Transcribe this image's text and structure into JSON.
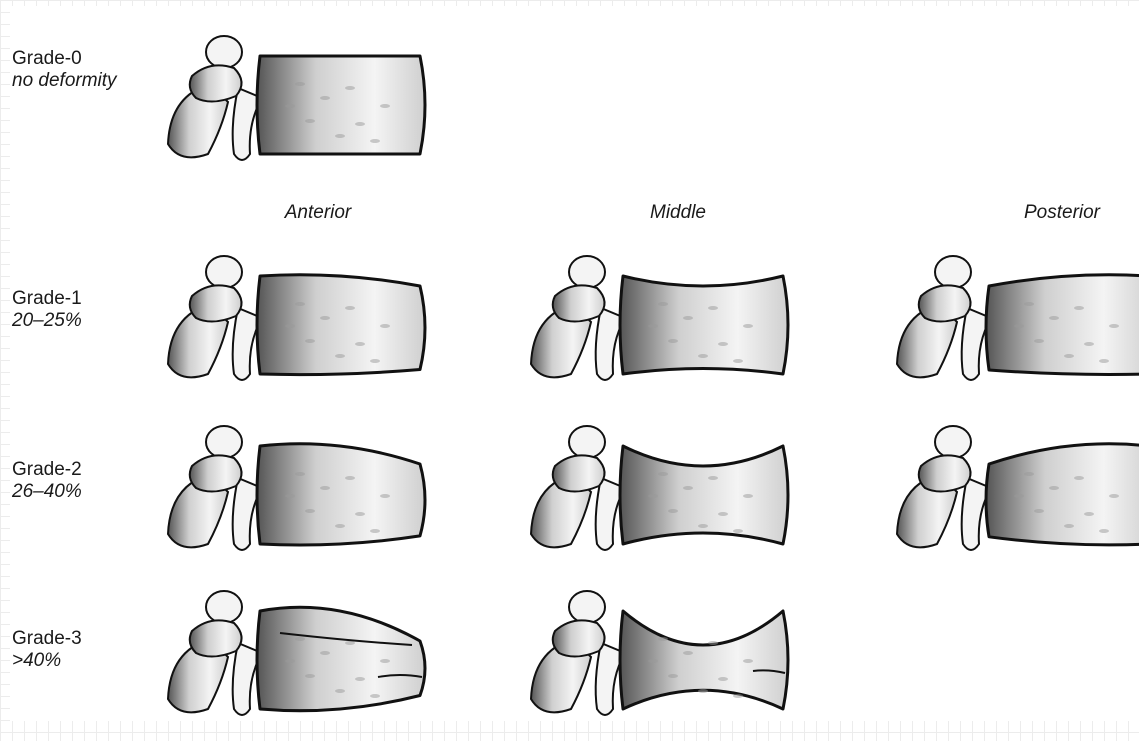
{
  "columns": [
    "Anterior",
    "Middle",
    "Posterior"
  ],
  "grades": [
    {
      "name": "Grade-0",
      "criterion": "no deformity"
    },
    {
      "name": "Grade-1",
      "criterion": "20–25%"
    },
    {
      "name": "Grade-2",
      "criterion": "26–40%"
    },
    {
      "name": "Grade-3",
      "criterion": ">40%"
    }
  ],
  "vertebrae": [
    {
      "id": "grade-0-normal",
      "grade": 0,
      "column": null,
      "type": "normal",
      "severity": 0
    },
    {
      "id": "grade-1-anterior",
      "grade": 1,
      "column": 0,
      "type": "wedge",
      "severity": 1
    },
    {
      "id": "grade-1-middle",
      "grade": 1,
      "column": 1,
      "type": "biconcave",
      "severity": 1
    },
    {
      "id": "grade-1-posterior",
      "grade": 1,
      "column": 2,
      "type": "crush",
      "severity": 1
    },
    {
      "id": "grade-2-anterior",
      "grade": 2,
      "column": 0,
      "type": "wedge",
      "severity": 2
    },
    {
      "id": "grade-2-middle",
      "grade": 2,
      "column": 1,
      "type": "biconcave",
      "severity": 2
    },
    {
      "id": "grade-2-posterior",
      "grade": 2,
      "column": 2,
      "type": "crush",
      "severity": 2
    },
    {
      "id": "grade-3-anterior",
      "grade": 3,
      "column": 0,
      "type": "wedge",
      "severity": 3
    },
    {
      "id": "grade-3-middle",
      "grade": 3,
      "column": 1,
      "type": "biconcave",
      "severity": 3
    }
  ],
  "colors": {
    "bone_light": "#f4f4f4",
    "bone_mid": "#cfcfcf",
    "bone_dark": "#555555",
    "outline": "#111111"
  }
}
